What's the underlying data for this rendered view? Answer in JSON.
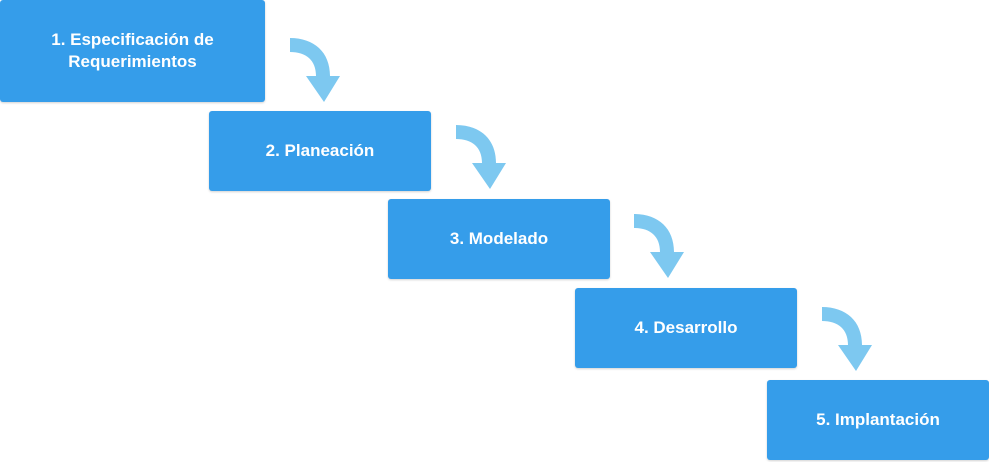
{
  "steps": [
    {
      "label": "1. Especificación de Requerimientos"
    },
    {
      "label": "2. Planeación"
    },
    {
      "label": "3. Modelado"
    },
    {
      "label": "4. Desarrollo"
    },
    {
      "label": "5. Implantación"
    }
  ],
  "colors": {
    "box": "#359dea",
    "text": "#ffffff",
    "arrow": "#7dc8f0"
  },
  "icons": {
    "connector": "curved-arrow-down-right-icon"
  }
}
